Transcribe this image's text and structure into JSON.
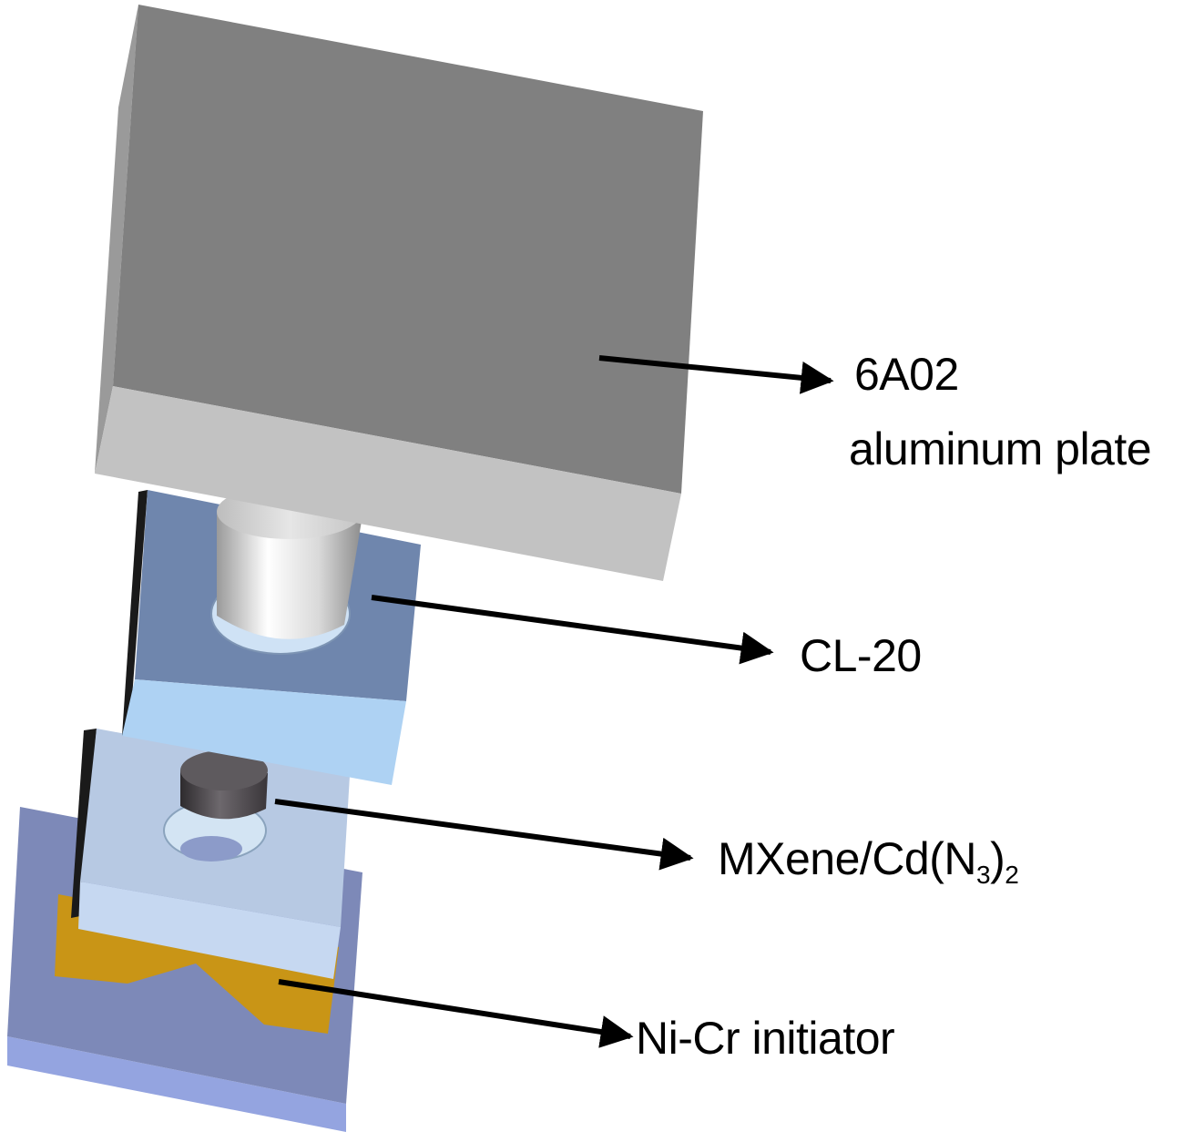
{
  "labels": {
    "plate_line1": "6A02",
    "plate_line2": "aluminum plate",
    "cl20": "CL-20",
    "mxene_main": "MXene/Cd(N",
    "mxene_sub1": "3",
    "mxene_close": ")",
    "mxene_sub2": "2",
    "nicr": "Ni-Cr initiator"
  },
  "colors": {
    "plate_front": "#808080",
    "plate_bottom": "#c2c2c2",
    "plate_side": "#9a9a9a",
    "cl20_holder_top": "#6f86ad",
    "cl20_holder_front": "#aed2f3",
    "mxene_holder_top": "#b7c9e3",
    "mxene_holder_front": "#c6d8f1",
    "base_top": "#7d89b8",
    "base_front": "#94a4e0",
    "nicr_bridge": "#c99516",
    "mxene_charge": "#5e5a5e",
    "arrow": "#000000"
  }
}
